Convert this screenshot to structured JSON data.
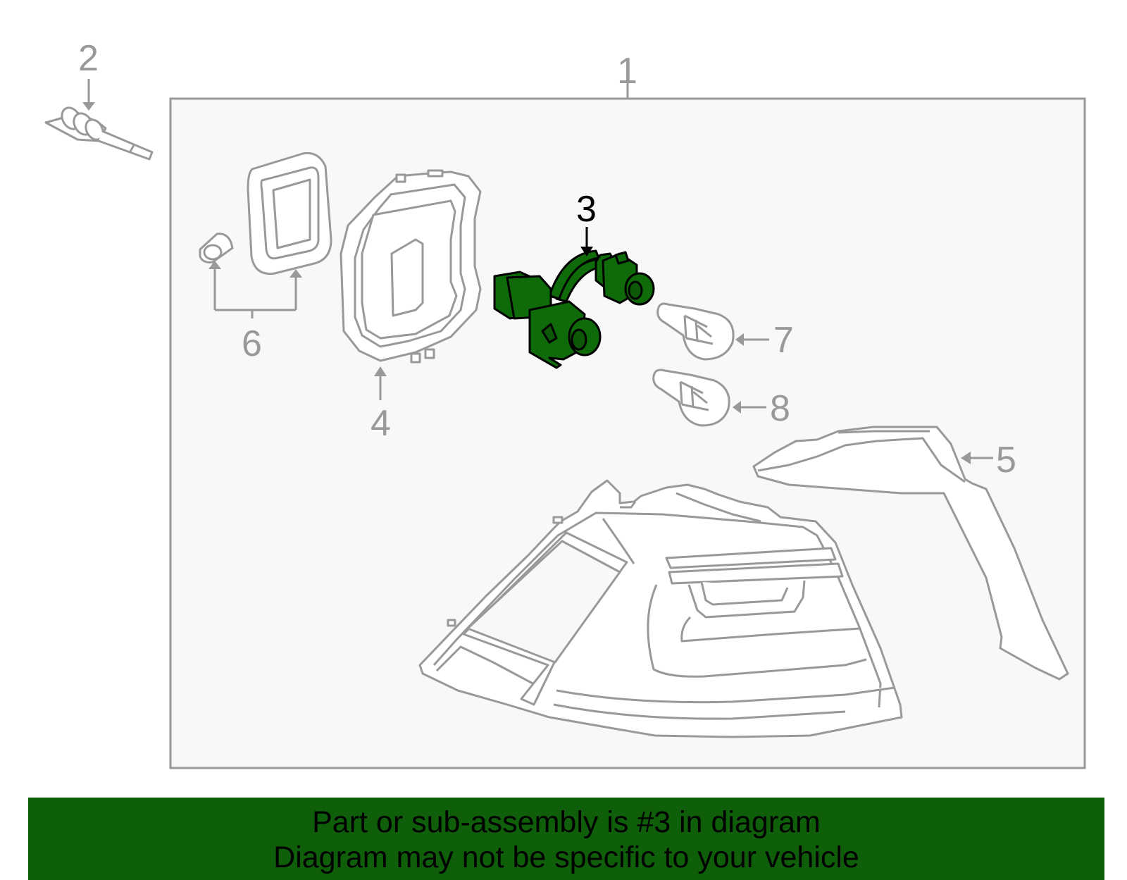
{
  "diagram": {
    "callouts": {
      "c1": "1",
      "c2": "2",
      "c3": "3",
      "c4": "4",
      "c5": "5",
      "c6": "6",
      "c7": "7",
      "c8": "8"
    },
    "highlighted_part": "3",
    "colors": {
      "outline": "#999999",
      "panel_fill": "#f8f8f8",
      "highlight_fill": "#0f6a0a",
      "highlight_stroke": "#000000",
      "banner": "#0f5f0a"
    }
  },
  "banner": {
    "line1": "Part or sub-assembly is #3 in diagram",
    "line2": "Diagram may not be specific to your vehicle"
  }
}
